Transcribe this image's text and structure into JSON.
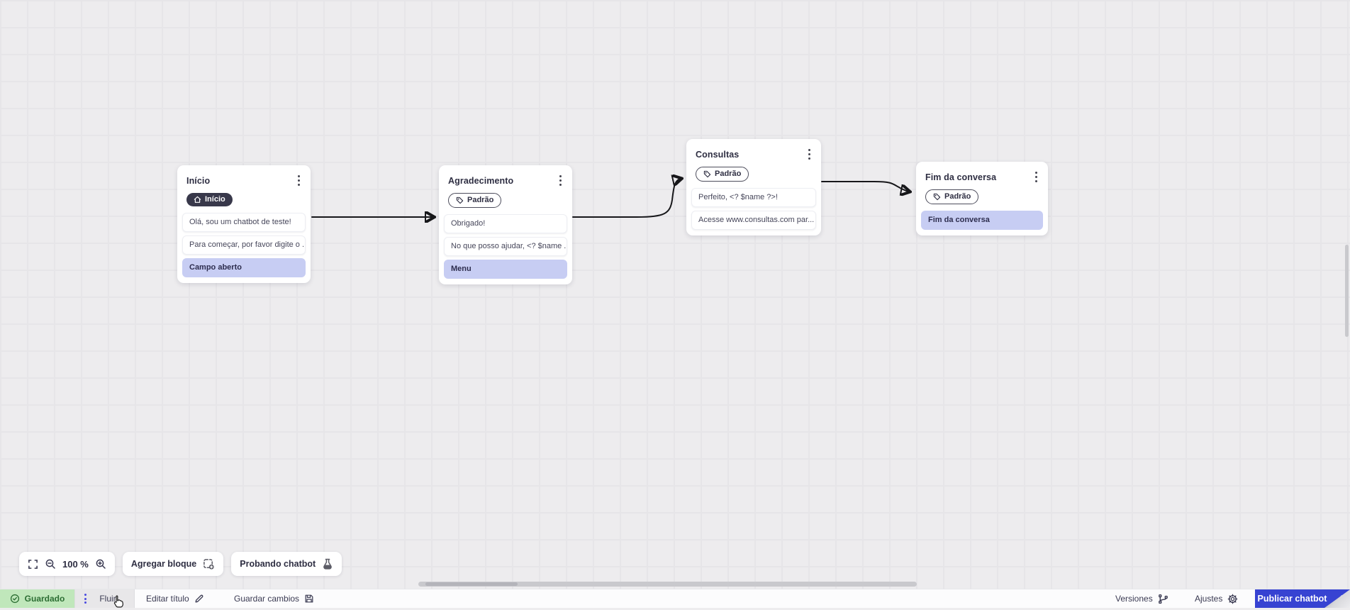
{
  "canvas": {
    "nodes": [
      {
        "title": "Início",
        "badge": "Início",
        "rows": [
          {
            "text": "Olá, sou um chatbot de teste!"
          },
          {
            "text": "Para começar, por favor digite o ..."
          },
          {
            "text": "Campo aberto"
          }
        ]
      },
      {
        "title": "Agradecimento",
        "badge": "Padrão",
        "rows": [
          {
            "text": "Obrigado!"
          },
          {
            "text": "No que posso ajudar, <? $name ..."
          },
          {
            "text": "Menu"
          }
        ]
      },
      {
        "title": "Consultas",
        "badge": "Padrão",
        "rows": [
          {
            "text": "Perfeito, <? $name ?>!"
          },
          {
            "text": "Acesse www.consultas.com par..."
          }
        ]
      },
      {
        "title": "Fim da conversa",
        "badge": "Padrão",
        "rows": [
          {
            "text": "Fim da conversa"
          }
        ]
      }
    ]
  },
  "zoom_toolbar": {
    "level": "100 %",
    "add_block": "Agregar bloque",
    "test_chatbot": "Probando chatbot"
  },
  "footer": {
    "saved": "Guardado",
    "flow_tab": "Fluir",
    "edit_title": "Editar título",
    "save_changes": "Guardar cambios",
    "versions": "Versiones",
    "settings": "Ajustes",
    "publish": "Publicar chatbot"
  },
  "colors": {
    "accent_blue": "#3743d2",
    "saved_green_bg": "#c0e7bb",
    "saved_green_text": "#2c6e33",
    "action_purple": "#c7cdf3",
    "badge_dark": "#38384a",
    "edge_black": "#17171a"
  },
  "icons": {
    "node_badge_start": "home-icon",
    "node_badge_default": "tag-icon",
    "node_menu": "kebab-icon",
    "fullscreen": "fullscreen-icon",
    "zoom_out": "zoom-out-icon",
    "zoom_in": "zoom-in-icon",
    "add_block": "add-block-icon",
    "test_chatbot": "flask-icon",
    "saved": "check-circle-icon",
    "edit_title": "pencil-icon",
    "save_changes": "floppy-icon",
    "versions": "git-branch-icon",
    "settings": "gear-icon",
    "publish": "upload-icon"
  }
}
